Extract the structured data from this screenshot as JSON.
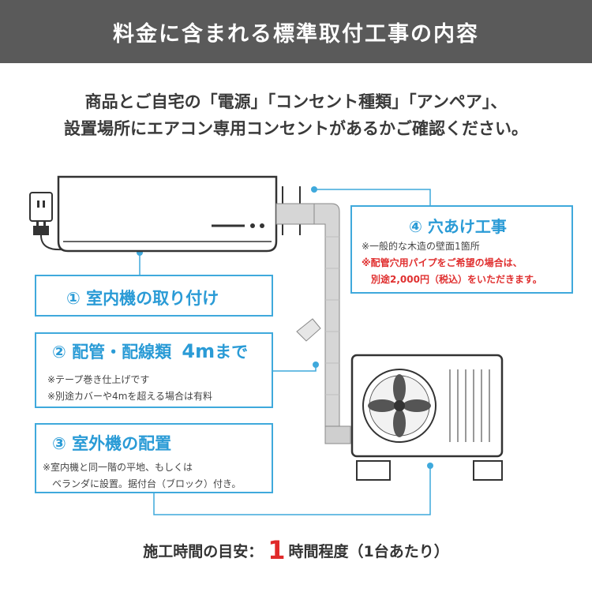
{
  "header": {
    "title": "料金に含まれる標準取付工事の内容"
  },
  "intro": {
    "line1": "商品とご自宅の「電源」「コンセント種類」「アンペア」、",
    "line2": "設置場所にエアコン専用コンセントがあるかご確認ください。"
  },
  "steps": [
    {
      "title": "① 室内機の取り付け",
      "notes": []
    },
    {
      "title": "② 配管・配線類",
      "highlight": "4m",
      "title_suffix": "まで",
      "notes": [
        "※テープ巻き仕上げです",
        "※別途カバーや4mを超える場合は有料"
      ]
    },
    {
      "title": "③ 室外機の配置",
      "notes": [
        "※室内機と同一階の平地、もしくは",
        "　ベランダに設置。据付台（ブロック）付き。"
      ]
    },
    {
      "title": "④ 穴あけ工事",
      "notes": [
        "※一般的な木造の壁面1箇所"
      ],
      "red_notes": [
        "※配管穴用パイプをご希望の場合は、",
        "　別途2,000円（税込）をいただきます。"
      ]
    }
  ],
  "footer": {
    "label": "施工時間の目安：",
    "value": "1",
    "unit": "時間程度（1台あたり）"
  },
  "colors": {
    "accent": "#3fa9dc",
    "accent_text": "#2a9bd6",
    "header_bg": "#5a5a5a",
    "warning": "#e03030"
  },
  "icons": [
    "power-outlet-icon",
    "power-plug-icon",
    "indoor-unit",
    "outdoor-unit",
    "fan-icon"
  ]
}
